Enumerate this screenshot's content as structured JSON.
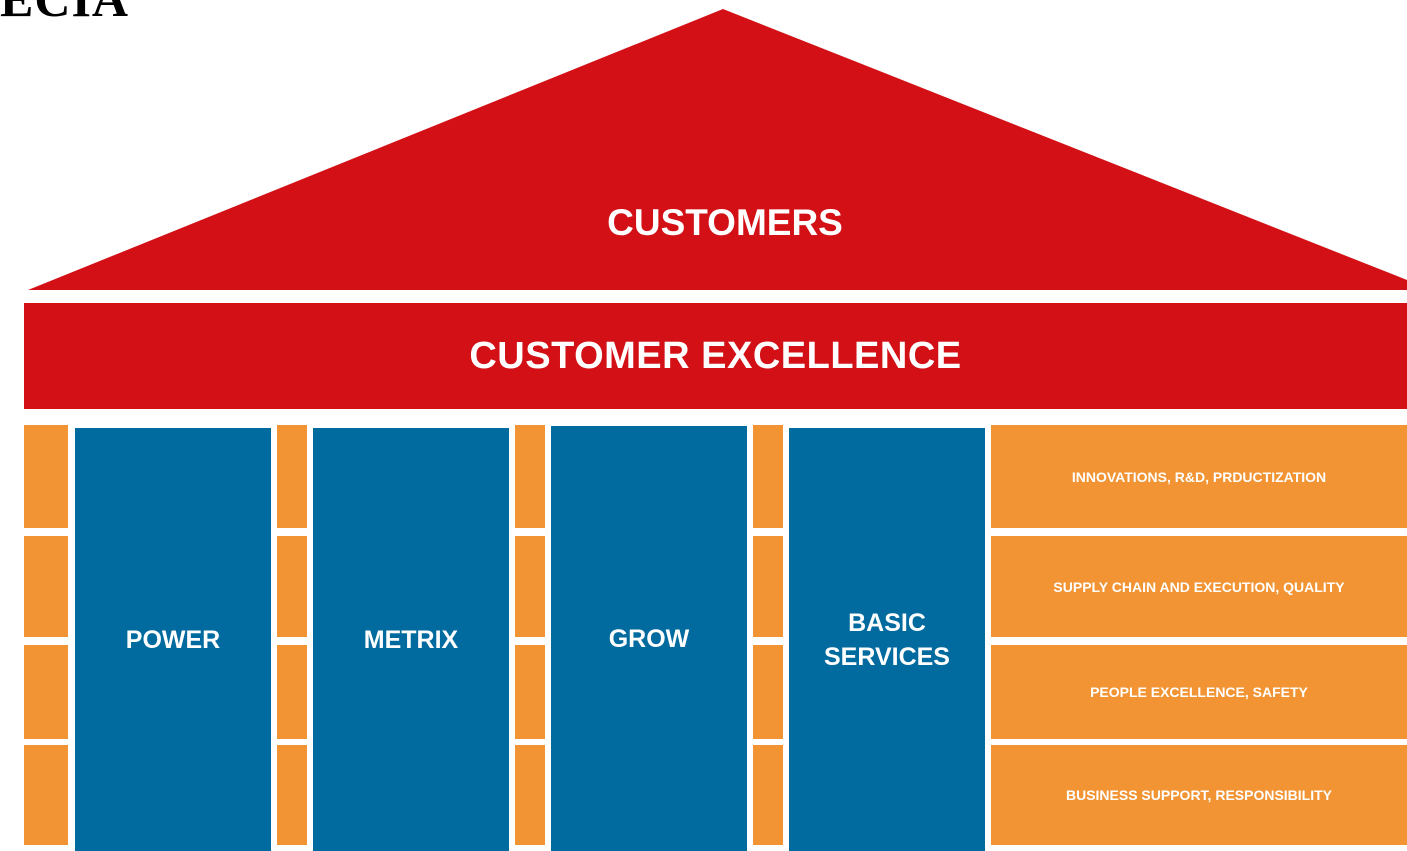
{
  "logo": {
    "visible_text": "ЕСІА"
  },
  "roof": {
    "label": "CUSTOMERS"
  },
  "band": {
    "label": "CUSTOMER EXCELLENCE"
  },
  "pillars": [
    {
      "label": "POWER"
    },
    {
      "label": "METRIX"
    },
    {
      "label": "GROW"
    },
    {
      "label": "BASIC\nSERVICES"
    }
  ],
  "support_areas": [
    {
      "label": "INNOVATIONS, R&D, PRDUCTIZATION"
    },
    {
      "label": "SUPPLY CHAIN AND EXECUTION, QUALITY"
    },
    {
      "label": "PEOPLE EXCELLENCE, SAFETY"
    },
    {
      "label": "BUSINESS SUPPORT, RESPONSIBILITY"
    }
  ],
  "colors": {
    "red": "#d21016",
    "blue": "#016a9e",
    "orange": "#f29433",
    "text": "#ffffff",
    "logo": "#000000"
  }
}
